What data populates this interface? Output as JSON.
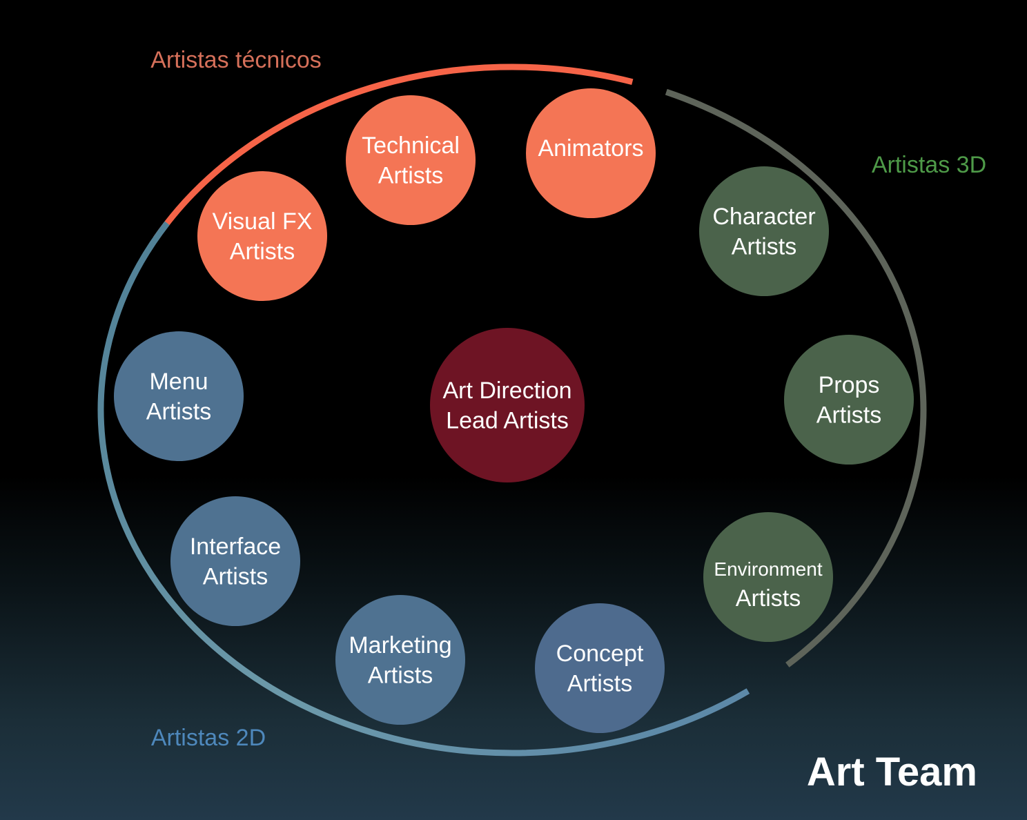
{
  "title": "Art Team",
  "center": {
    "lines": [
      "Art Direction",
      "Lead Artists"
    ],
    "color": "#6e1424"
  },
  "groups": [
    {
      "label": "Artistas técnicos",
      "color": "#f66448",
      "label_color": "#d6705a"
    },
    {
      "label": "Artistas 3D",
      "color": "#5e645a",
      "label_color": "#4e9a48"
    },
    {
      "label": "Artistas 2D",
      "color": "#5a8ea8",
      "label_color": "#4e88bc"
    }
  ],
  "nodes": [
    {
      "id": "technical-artists",
      "lines": [
        "Technical",
        "Artists"
      ],
      "group": 0,
      "color": "#f47555"
    },
    {
      "id": "animators",
      "lines": [
        "Animators"
      ],
      "group": 0,
      "color": "#f47555"
    },
    {
      "id": "visual-fx-artists",
      "lines": [
        "Visual FX",
        "Artists"
      ],
      "group": 0,
      "color": "#f47555"
    },
    {
      "id": "character-artists",
      "lines": [
        "Character",
        "Artists"
      ],
      "group": 1,
      "color": "#4b634b"
    },
    {
      "id": "props-artists",
      "lines": [
        "Props",
        "Artists"
      ],
      "group": 1,
      "color": "#4b634b"
    },
    {
      "id": "environment-artists",
      "lines": [
        "Environment",
        "Artists"
      ],
      "group": 1,
      "color": "#4b634b"
    },
    {
      "id": "menu-artists",
      "lines": [
        "Menu",
        "Artists"
      ],
      "group": 2,
      "color": "#4f7291"
    },
    {
      "id": "interface-artists",
      "lines": [
        "Interface",
        "Artists"
      ],
      "group": 2,
      "color": "#4f7291"
    },
    {
      "id": "marketing-artists",
      "lines": [
        "Marketing",
        "Artists"
      ],
      "group": 2,
      "color": "#4f7291"
    },
    {
      "id": "concept-artists",
      "lines": [
        "Concept",
        "Artists"
      ],
      "group": 2,
      "color": "#4e6b8e"
    }
  ]
}
